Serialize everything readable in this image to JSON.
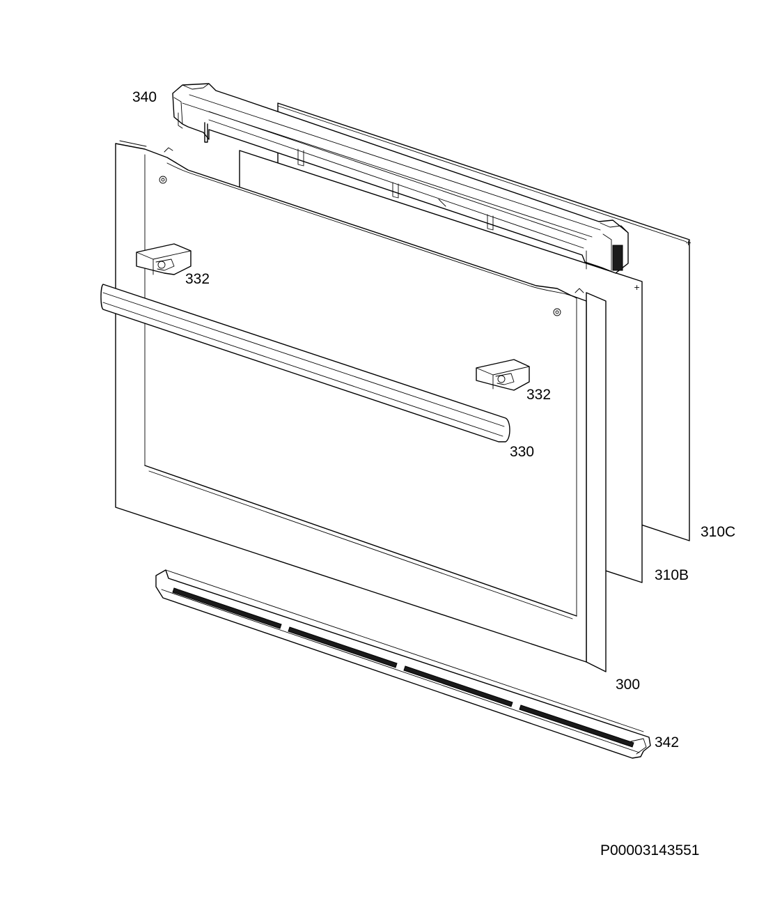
{
  "callouts": {
    "top_trim": "340",
    "bracket_left": "332",
    "bracket_right": "332",
    "handle": "330",
    "glass_rear": "310C",
    "glass_middle": "310B",
    "outer_door_panel": "300",
    "bottom_trim": "342"
  },
  "document_id": "P00003143551",
  "colors": {
    "line": "#000000",
    "background": "#ffffff"
  }
}
